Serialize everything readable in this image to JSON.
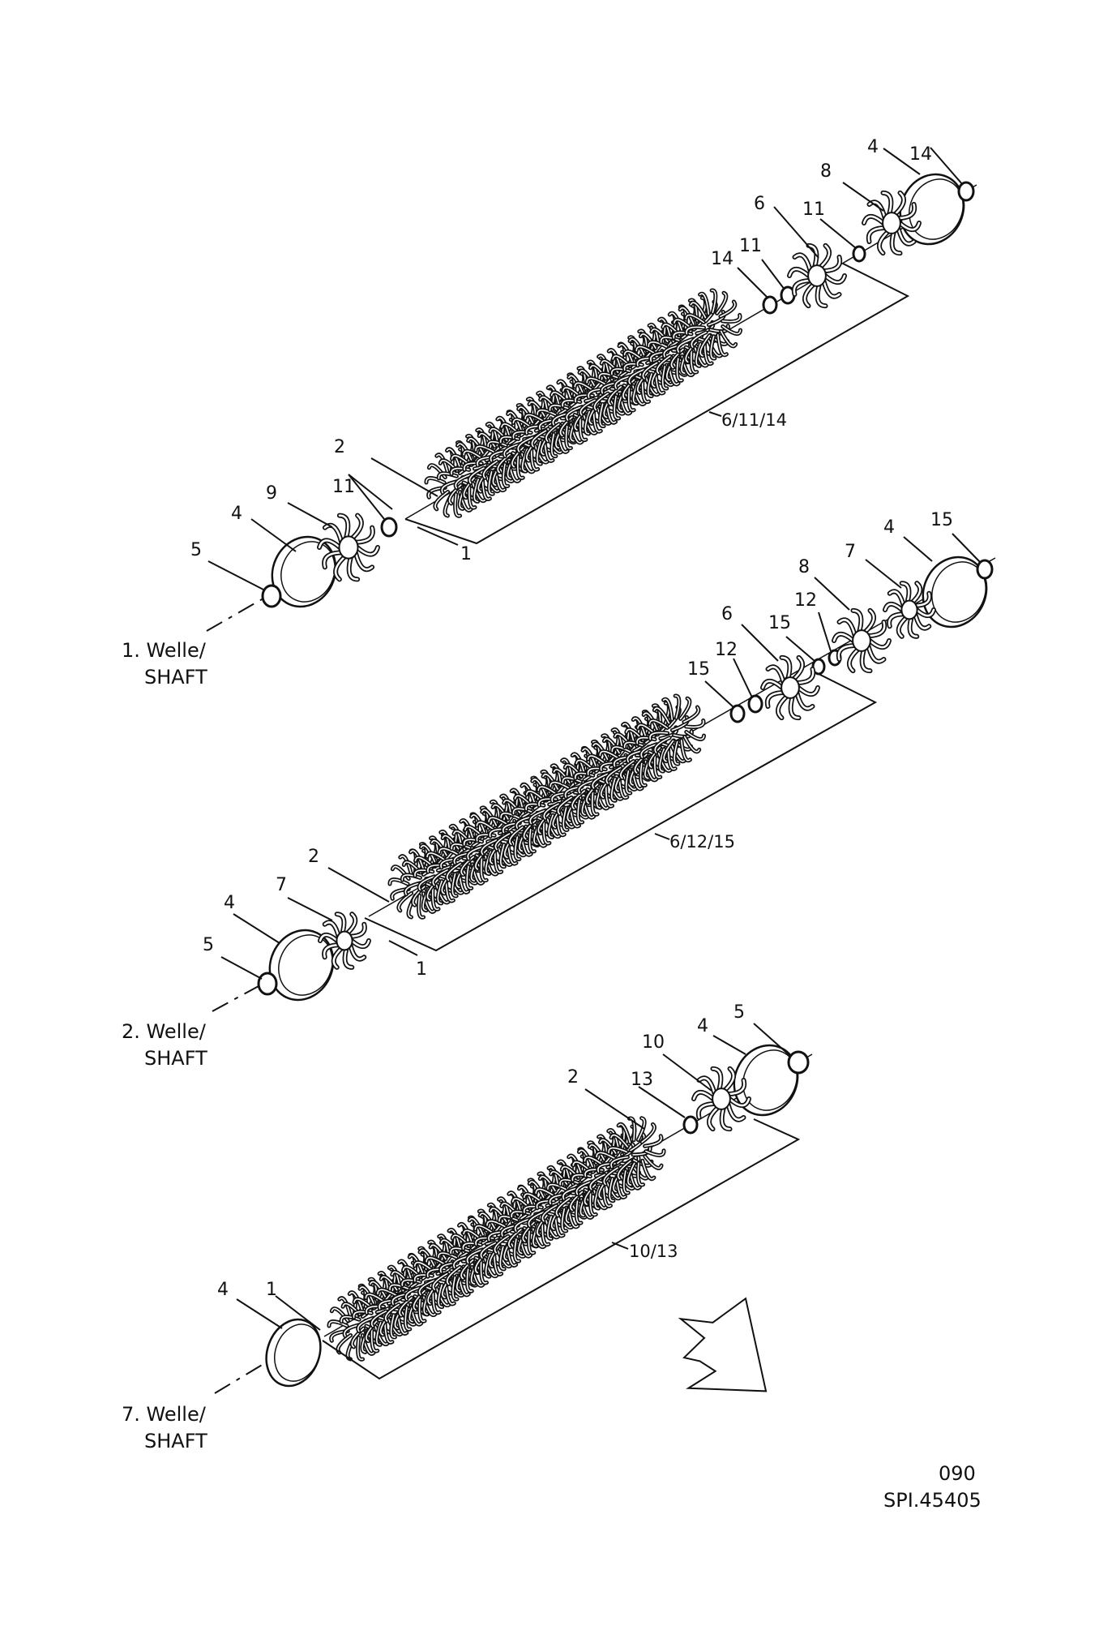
{
  "diagram": {
    "assemblies": [
      {
        "shaft_label_line1": "1. Welle/",
        "shaft_label_line2": "SHAFT",
        "group_ref": "6/11/14",
        "callouts": [
          "2",
          "9",
          "4",
          "5",
          "11",
          "1",
          "14",
          "11",
          "6",
          "11",
          "8",
          "4",
          "14"
        ]
      },
      {
        "shaft_label_line1": "2. Welle/",
        "shaft_label_line2": "SHAFT",
        "group_ref": "6/12/15",
        "callouts": [
          "2",
          "7",
          "4",
          "5",
          "1",
          "15",
          "12",
          "6",
          "15",
          "12",
          "8",
          "7",
          "4",
          "15"
        ]
      },
      {
        "shaft_label_line1": "7. Welle/",
        "shaft_label_line2": "SHAFT",
        "group_ref": "10/13",
        "callouts": [
          "2",
          "13",
          "10",
          "4",
          "5",
          "4",
          "1"
        ]
      }
    ],
    "page_number": "090",
    "drawing_id": "SPI.45405",
    "icons": [
      "direction-arrow-icon"
    ]
  }
}
